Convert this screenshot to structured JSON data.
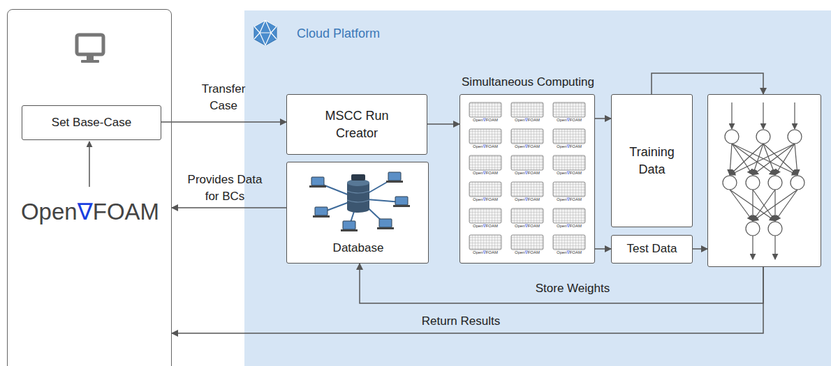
{
  "diagram": {
    "nodes": [
      {
        "text": [
          "Open∇FOAM"
        ]
      },
      {
        "text": [
          "Set Base-Case"
        ],
        "in": 0
      },
      {
        "text": [
          "Cloud Platform"
        ]
      },
      {
        "text": [
          "MSCC Run Creator"
        ],
        "in": 2
      },
      {
        "text": [
          "Database"
        ],
        "in": 2
      },
      {
        "text": [
          "Simultaneous Computing"
        ],
        "in": 2
      },
      {
        "text": [
          "Training Data"
        ],
        "in": 2
      },
      {
        "text": [
          "Test Data"
        ],
        "in": 2
      },
      {
        "text": [],
        "in": 2
      }
    ],
    "edges": [
      {
        "from": 1,
        "to": 3,
        "label": "Transfer Case",
        "arrow": "to"
      },
      {
        "from": 4,
        "to": 0,
        "label": "Provides Data for BCs",
        "arrow": "to"
      },
      {
        "from": 3,
        "to": 5,
        "arrow": "to"
      },
      {
        "from": 5,
        "to": 6,
        "arrow": "to"
      },
      {
        "from": 5,
        "to": 7,
        "arrow": "to"
      },
      {
        "from": 6,
        "to": 8,
        "arrow": "to"
      },
      {
        "from": 7,
        "to": 8,
        "arrow": "to"
      },
      {
        "from": 8,
        "to": 4,
        "label": "Store Weights",
        "arrow": "to"
      },
      {
        "from": 8,
        "to": 0,
        "label": "Return Results",
        "arrow": "to"
      }
    ],
    "labels": [
      "Open∇FOAM",
      "Open∇FOAM",
      "Open∇FOAM",
      "Open∇FOAM",
      "Open∇FOAM",
      "Open∇FOAM",
      "Open∇FOAM",
      "Open∇FOAM",
      "Open∇FOAM",
      "Open∇FOAM",
      "Open∇FOAM",
      "Open∇FOAM",
      "Open∇FOAM",
      "Open∇FOAM",
      "Open∇FOAM",
      "Open∇FOAM",
      "Open∇FOAM",
      "Open∇FOAM"
    ]
  }
}
